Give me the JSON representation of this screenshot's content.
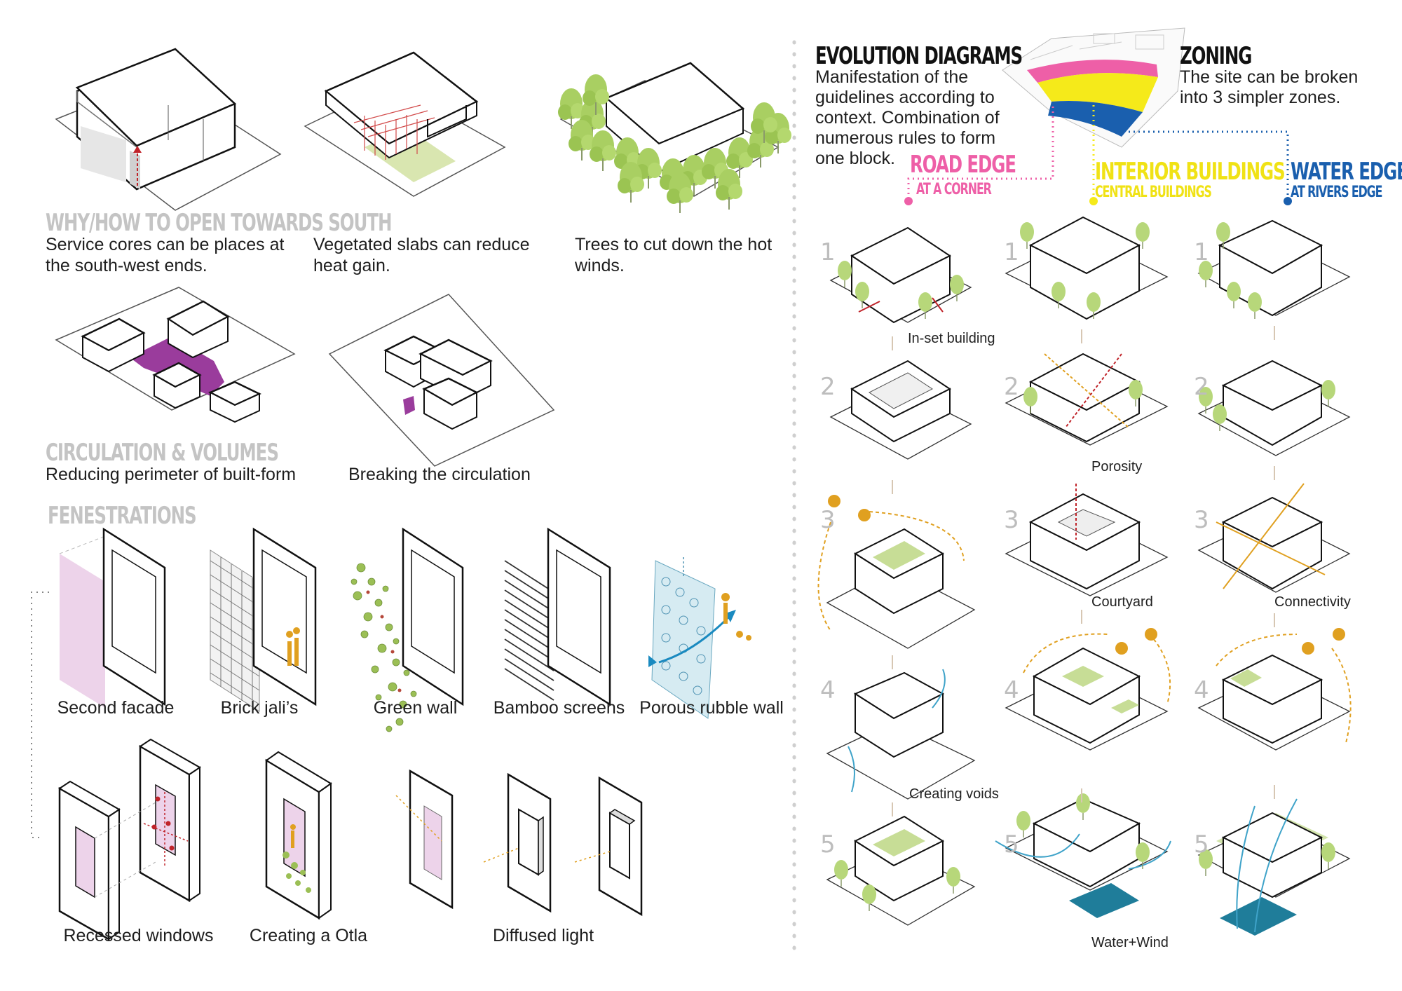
{
  "sections": {
    "south": {
      "title": "WHY/HOW TO OPEN TOWARDS SOUTH",
      "captions": [
        "Service cores can be places at the south-west ends.",
        "Vegetated slabs can reduce heat gain.",
        "Trees to cut down the hot winds."
      ]
    },
    "circulation": {
      "title": "CIRCULATION & VOLUMES",
      "captions": [
        "Reducing perimeter of built-form",
        "Breaking the circulation"
      ]
    },
    "fenestrations": {
      "title": "FENESTRATIONS",
      "row1": [
        "Second facade",
        "Brick jali’s",
        "Green wall",
        "Bamboo screens",
        "Porous rubble wall"
      ],
      "row2": [
        "Recessed windows",
        "Creating a Otla",
        "Diffused light"
      ]
    }
  },
  "evolution": {
    "title": "EVOLUTION DIAGRAMS",
    "description": "Manifestation of the guidelines according to context. Combination of numerous rules to form one block."
  },
  "zoning": {
    "title": "ZONING",
    "description": "The site can be broken into 3 simpler zones.",
    "zones": [
      {
        "title": "ROAD EDGE",
        "subtitle": "AT A CORNER",
        "color": "#ee5fa7"
      },
      {
        "title": "INTERIOR BUILDINGS",
        "subtitle": "CENTRAL BUILDINGS",
        "color": "#f5ea1a"
      },
      {
        "title": "WATER EDGE",
        "subtitle": "AT RIVERS EDGE",
        "color": "#1a5fae"
      }
    ]
  },
  "steps": [
    "1",
    "2",
    "3",
    "4",
    "5"
  ],
  "step_labels": {
    "road": [
      "In-set building",
      "Creating voids"
    ],
    "interior": [
      "Porosity",
      "Courtyard",
      "Water+Wind"
    ],
    "water": [
      "Connectivity"
    ]
  },
  "colors": {
    "green": "#b7d77a",
    "purple": "#9a3c9c",
    "pink_light": "#edd3ea",
    "orange": "#e0a020",
    "blue_arrow": "#3fa3c9",
    "water": "#1f7d9a",
    "red_arrow": "#c0242a"
  }
}
